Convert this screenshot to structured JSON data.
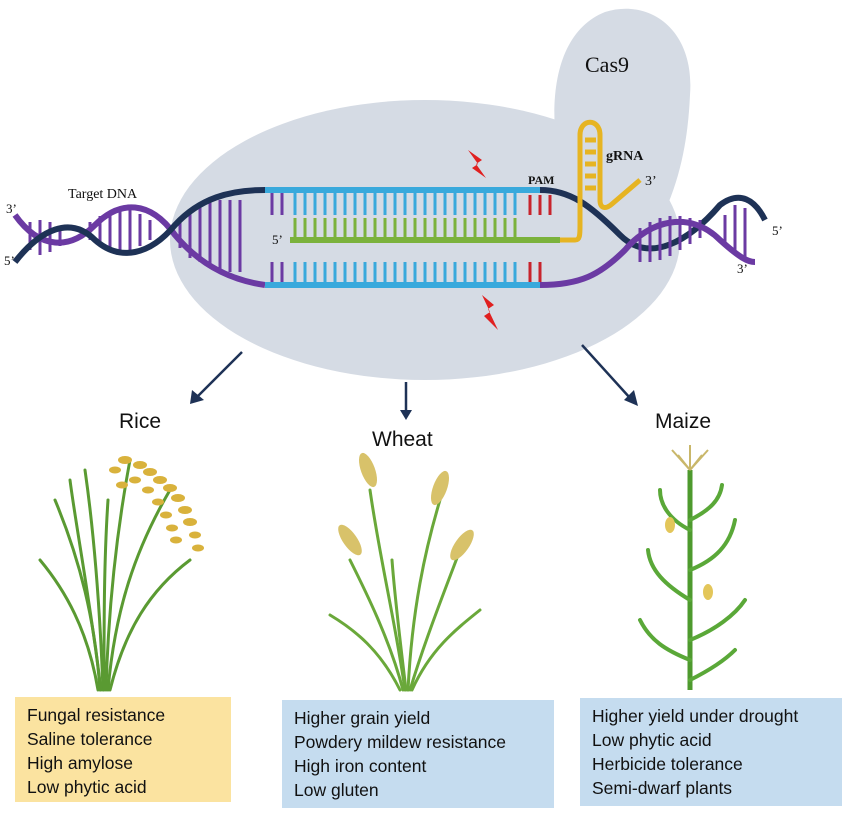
{
  "diagram": {
    "cas9_label": "Cas9",
    "grna_label": "gRNA",
    "pam_label": "PAM",
    "target_dna_label": "Target DNA",
    "end_labels": {
      "top_left": "3’",
      "bottom_left": "5’",
      "right_top": "5’",
      "right_bottom": "3’",
      "grna_end": "3’",
      "guide_start": "5’"
    },
    "colors": {
      "cas9_blob": "#d5dbe4",
      "strand_navy": "#1e3256",
      "strand_purple": "#6b3aa3",
      "strand_blue": "#39a9dc",
      "guide_green": "#7bb23c",
      "pam_red": "#c8232c",
      "grna_yellow": "#e6b422",
      "cut_mark": "#e02020",
      "rice_box": "#fbe3a0",
      "wheat_maize_box": "#c5dcef"
    }
  },
  "crops": [
    {
      "name": "Rice",
      "traits": [
        "Fungal resistance",
        "Saline tolerance",
        "High amylose",
        "Low phytic acid"
      ]
    },
    {
      "name": "Wheat",
      "traits": [
        "Higher grain yield",
        "Powdery mildew resistance",
        "High iron content",
        "Low gluten"
      ]
    },
    {
      "name": "Maize",
      "traits": [
        "Higher yield under drought",
        "Low phytic acid",
        "Herbicide tolerance",
        "Semi-dwarf plants"
      ]
    }
  ]
}
